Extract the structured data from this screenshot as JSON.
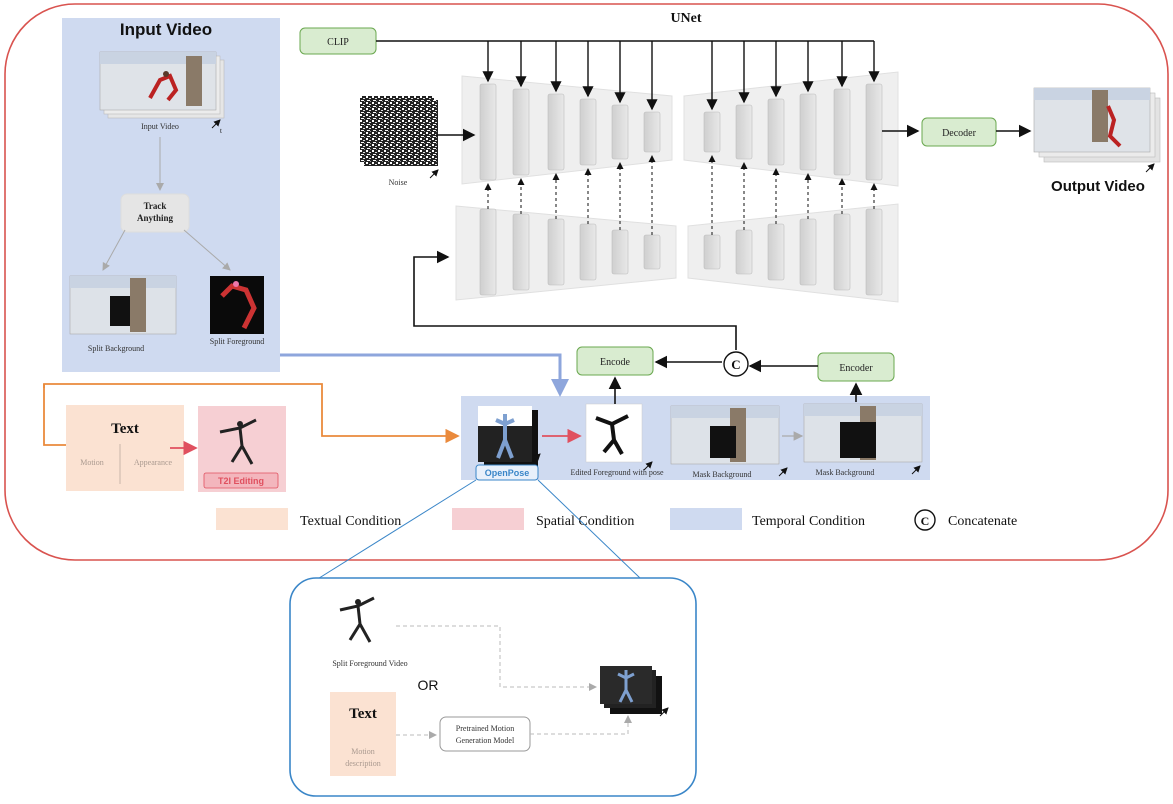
{
  "titles": {
    "input_video": "Input Video",
    "unet": "UNet",
    "output_video": "Output Video"
  },
  "left_panel": {
    "input_video_caption": "Input Video",
    "track_anything_line1": "Track",
    "track_anything_line2": "Anything",
    "split_background": "Split Background",
    "split_foreground": "Split Foreground",
    "time_label": "t"
  },
  "unet": {
    "clip": "CLIP",
    "noise": "Noise",
    "decoder": "Decoder"
  },
  "condition_row": {
    "encode": "Encode",
    "encoder": "Encoder",
    "concat_symbol": "C",
    "openpose": "OpenPose",
    "edited_foreground": "Edited Foreground with pose",
    "mask_background_1": "Mask Background",
    "mask_background_2": "Mask Background"
  },
  "text_panel": {
    "title": "Text",
    "motion": "Motion",
    "appearance": "Appearance",
    "t2i_editing": "T2I Editing"
  },
  "legend": {
    "textual": "Textual Condition",
    "spatial": "Spatial Condition",
    "temporal": "Temporal Condition",
    "concat_symbol": "C",
    "concatenate": "Concatenate",
    "colors": {
      "textual": "#fbe2d2",
      "spatial": "#f6cfd3",
      "temporal": "#cfdaf0"
    }
  },
  "detail": {
    "split_foreground_video": "Split Foreground Video",
    "or": "OR",
    "text_title": "Text",
    "motion_desc_line1": "Motion",
    "motion_desc_line2": "description",
    "pretrained_line1": "Pretrained Motion",
    "pretrained_line2": "Generation Model"
  },
  "colors": {
    "outer_border": "#d9534f",
    "detail_border": "#3a86c8",
    "green_box_fill": "#d9ecd0",
    "green_box_stroke": "#6aa84f",
    "temporal_arrow": "#8ea6dc",
    "textual_arrow": "#ea8a3c",
    "spatial_arrow": "#e0505f"
  }
}
